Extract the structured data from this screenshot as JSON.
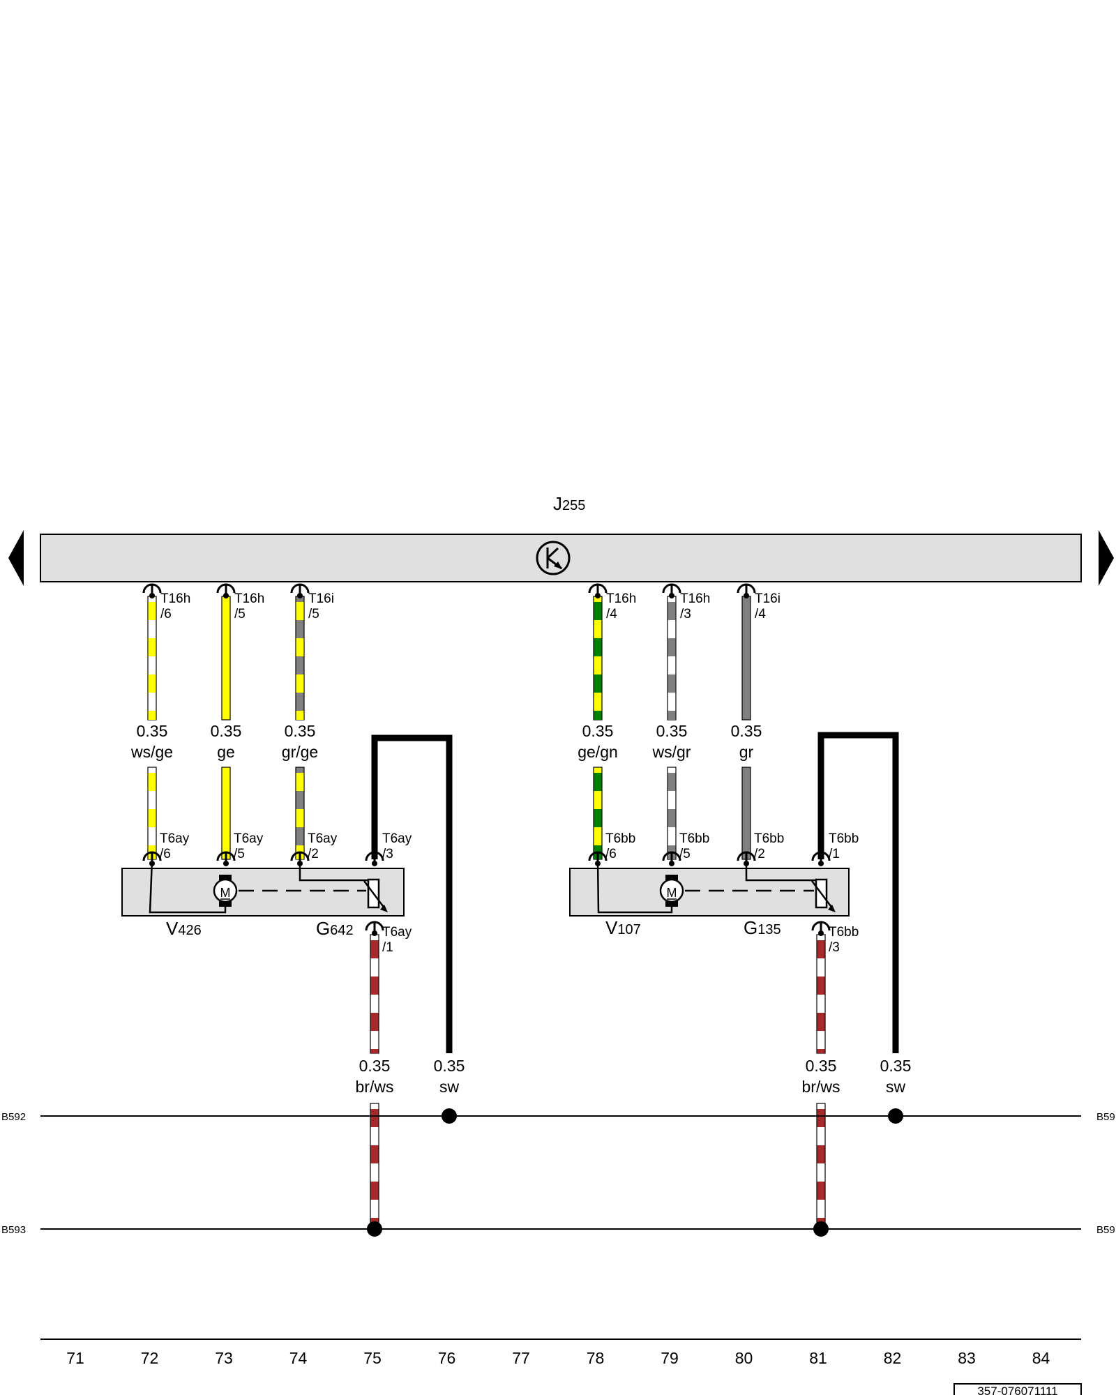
{
  "control_unit": {
    "label_main": "J",
    "label_sub": "255"
  },
  "wires_top": [
    {
      "term": "T16h",
      "pin": "/6",
      "size": "0.35",
      "color": "ws/ge",
      "c1": "#ffffff",
      "c2": "#ffff00"
    },
    {
      "term": "T16h",
      "pin": "/5",
      "size": "0.35",
      "color": "ge",
      "c1": "#ffff00",
      "c2": "#ffff00"
    },
    {
      "term": "T16i",
      "pin": "/5",
      "size": "0.35",
      "color": "gr/ge",
      "c1": "#808080",
      "c2": "#ffff00"
    },
    {
      "term": "T16h",
      "pin": "/4",
      "size": "0.35",
      "color": "ge/gn",
      "c1": "#ffff00",
      "c2": "#008000"
    },
    {
      "term": "T16h",
      "pin": "/3",
      "size": "0.35",
      "color": "ws/gr",
      "c1": "#ffffff",
      "c2": "#808080"
    },
    {
      "term": "T16i",
      "pin": "/4",
      "size": "0.35",
      "color": "gr",
      "c1": "#808080",
      "c2": "#808080"
    }
  ],
  "module_terminals": [
    {
      "term": "T6ay",
      "pin": "/6"
    },
    {
      "term": "T6ay",
      "pin": "/5"
    },
    {
      "term": "T6ay",
      "pin": "/2"
    },
    {
      "term": "T6ay",
      "pin": "/3"
    },
    {
      "term": "T6ay",
      "pin": "/1"
    },
    {
      "term": "T6bb",
      "pin": "/6"
    },
    {
      "term": "T6bb",
      "pin": "/5"
    },
    {
      "term": "T6bb",
      "pin": "/2"
    },
    {
      "term": "T6bb",
      "pin": "/1"
    },
    {
      "term": "T6bb",
      "pin": "/3"
    }
  ],
  "components": [
    {
      "main": "V",
      "sub": "426"
    },
    {
      "main": "G",
      "sub": "642"
    },
    {
      "main": "V",
      "sub": "107"
    },
    {
      "main": "G",
      "sub": "135"
    }
  ],
  "motor_symbol": "M",
  "wires_bottom": [
    {
      "size": "0.35",
      "color": "br/ws",
      "c1": "#ffffff",
      "c2": "#a52a2a"
    },
    {
      "size": "0.35",
      "color": "sw",
      "c1": "#000000",
      "c2": "#000000"
    },
    {
      "size": "0.35",
      "color": "br/ws",
      "c1": "#ffffff",
      "c2": "#a52a2a"
    },
    {
      "size": "0.35",
      "color": "sw",
      "c1": "#000000",
      "c2": "#000000"
    }
  ],
  "buses": [
    {
      "left": "B592",
      "right": "B59"
    },
    {
      "left": "B593",
      "right": "B59"
    }
  ],
  "track_numbers": [
    "71",
    "72",
    "73",
    "74",
    "75",
    "76",
    "77",
    "78",
    "79",
    "80",
    "81",
    "82",
    "83",
    "84"
  ],
  "doc_id": "357-076071111",
  "colors": {
    "module_fill": "#e0e0e0",
    "line": "#000000"
  }
}
